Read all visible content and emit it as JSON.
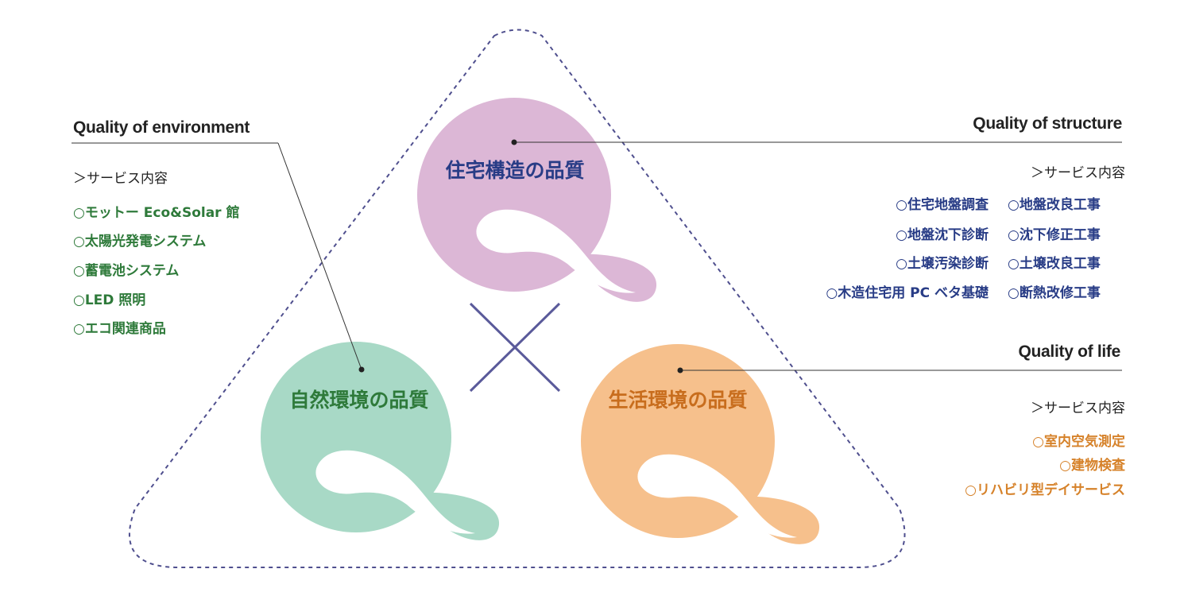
{
  "colors": {
    "structure_circle": "#dcb7d6",
    "environment_circle": "#a8d9c6",
    "life_circle": "#f6c08c",
    "triangle_dash": "#4f4f8e",
    "cross": "#5a5a9a",
    "structure_title": "#283c86",
    "environment_title": "#2e7a3a",
    "life_title": "#c86d1d"
  },
  "icons": [
    "q-loop-mark-structure",
    "q-loop-mark-environment",
    "q-loop-mark-life",
    "cross-symbol"
  ],
  "circles": {
    "structure": "住宅構造の品質",
    "environment": "自然環境の品質",
    "life": "生活環境の品質"
  },
  "environment": {
    "title": "Quality of environment",
    "service_head": "＞サービス内容",
    "items": [
      "○モットー Eco&Solar 館",
      "○太陽光発電システム",
      "○蓄電池システム",
      "○LED 照明",
      "○エコ関連商品"
    ]
  },
  "structure": {
    "title": "Quality of structure",
    "service_head": "＞サービス内容",
    "items_left": [
      "○住宅地盤調査",
      "○地盤沈下診断",
      "○土壌汚染診断",
      "○木造住宅用 PC ベタ基礎"
    ],
    "items_right": [
      "○地盤改良工事",
      "○沈下修正工事",
      "○土壌改良工事",
      "○断熱改修工事"
    ]
  },
  "life": {
    "title": "Quality of life",
    "service_head": "＞サービス内容",
    "items": [
      "○室内空気測定",
      "○建物検査",
      "○リハビリ型デイサービス"
    ]
  }
}
